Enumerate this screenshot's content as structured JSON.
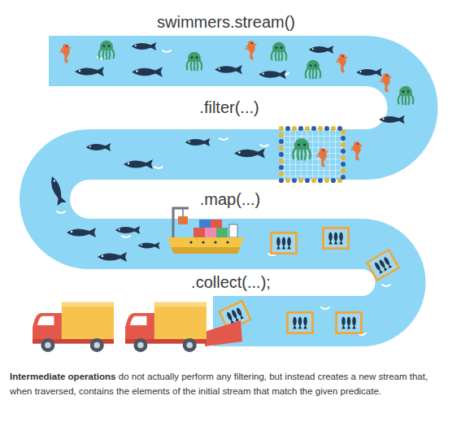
{
  "diagram": {
    "labels": [
      "swimmers.stream()",
      ".filter(...)",
      ".map(...)",
      ".collect(...);",
      "Intermediate operations",
      "do not actually perform any filtering, but instead creates a new stream that, when traversed, contains the elements of the initial stream that match the given predicate."
    ]
  }
}
